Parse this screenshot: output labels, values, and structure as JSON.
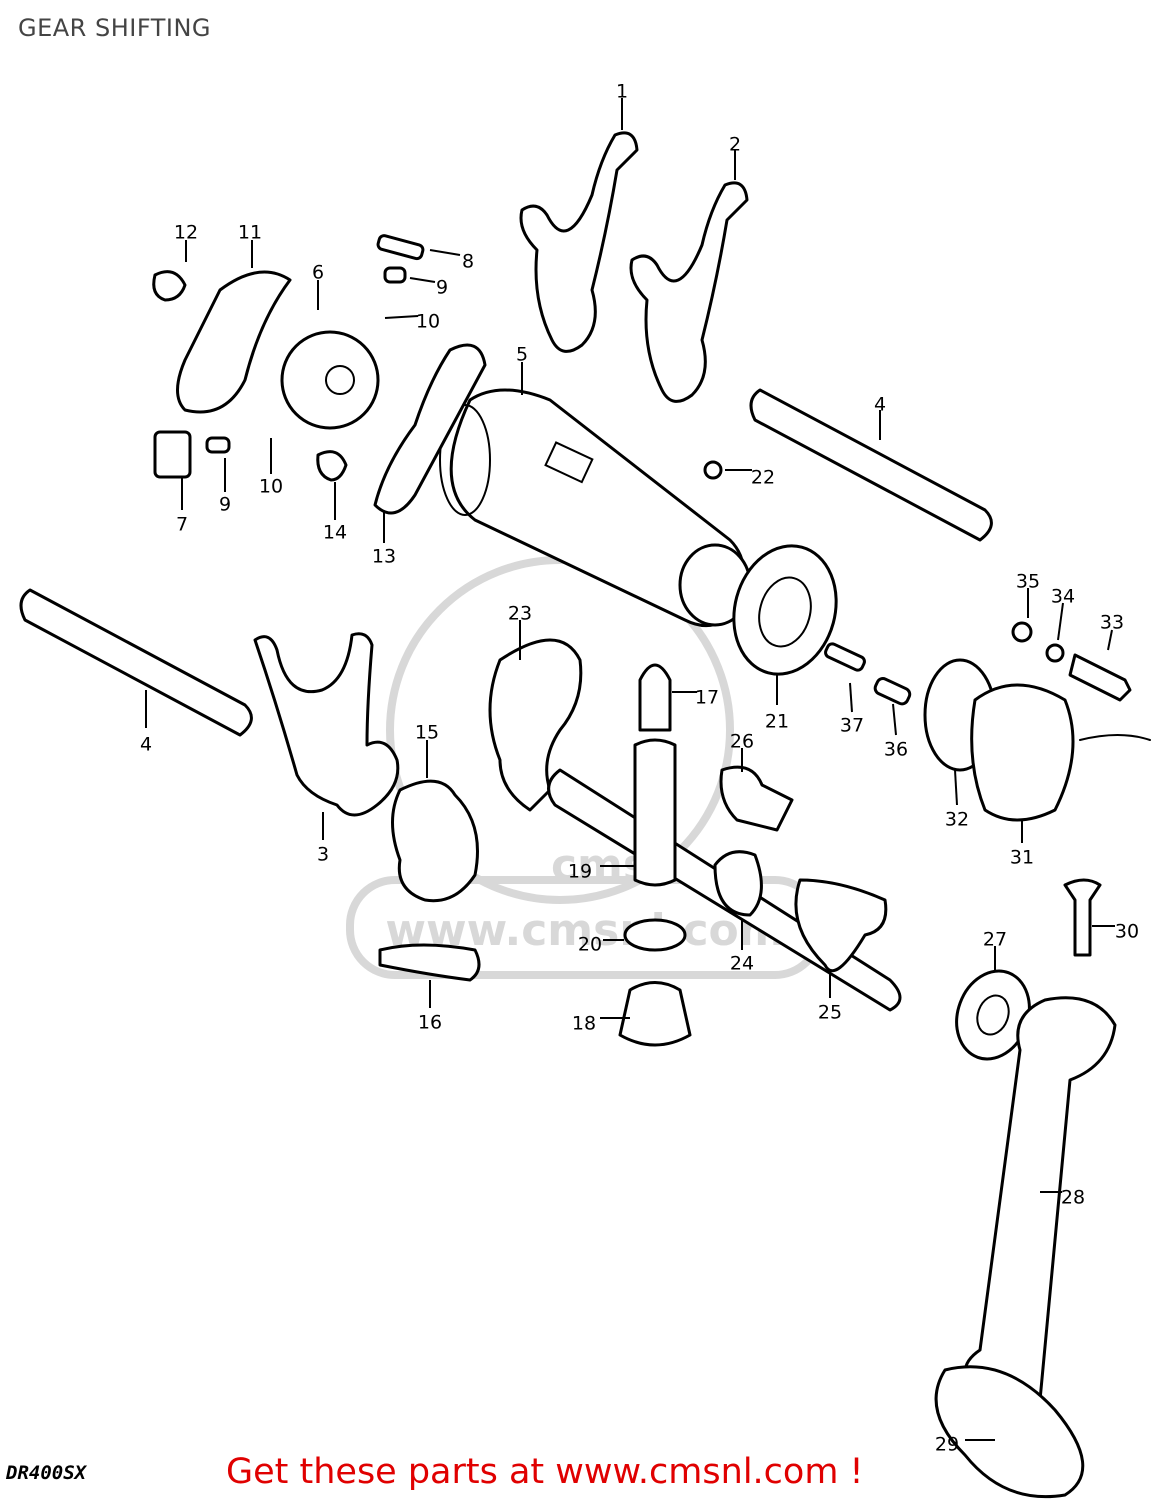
{
  "title": "GEAR SHIFTING",
  "model_code": "DR400SX",
  "promo_text": "Get these parts at www.cmsnl.com !",
  "watermark_text": "www.cmsnl.com",
  "watermark_badge": "cms",
  "accent_color": "#e00000",
  "callouts": [
    "1",
    "2",
    "12",
    "11",
    "8",
    "6",
    "9",
    "10",
    "5",
    "4",
    "22",
    "9",
    "10",
    "7",
    "14",
    "13",
    "35",
    "34",
    "33",
    "23",
    "4",
    "17",
    "21",
    "37",
    "36",
    "15",
    "26",
    "3",
    "32",
    "31",
    "19",
    "30",
    "20",
    "24",
    "27",
    "25",
    "16",
    "18",
    "28",
    "29"
  ]
}
